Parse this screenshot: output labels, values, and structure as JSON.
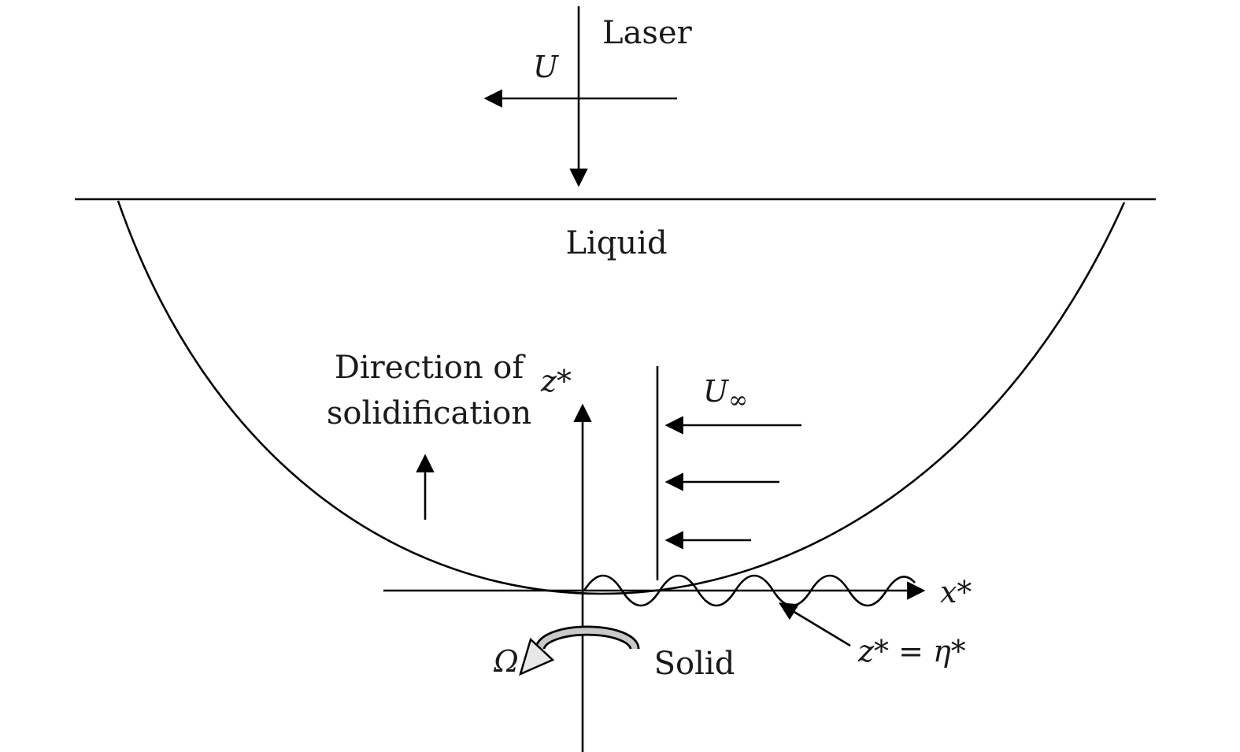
{
  "labels": {
    "laser": "Laser",
    "scan_speed": "U",
    "liquid": "Liquid",
    "solidification_line1": "Direction of",
    "solidification_line2": "solidification",
    "z_axis": "z*",
    "x_axis": "x*",
    "free_stream_U": "U",
    "free_stream_inf": "∞",
    "interface_equation": "z* = η*",
    "rotation_rate": "Ω",
    "solid": "Solid"
  },
  "colors": {
    "line": "#000000",
    "background": "#ffffff",
    "ribbon_fill": "#c9c9c9"
  }
}
